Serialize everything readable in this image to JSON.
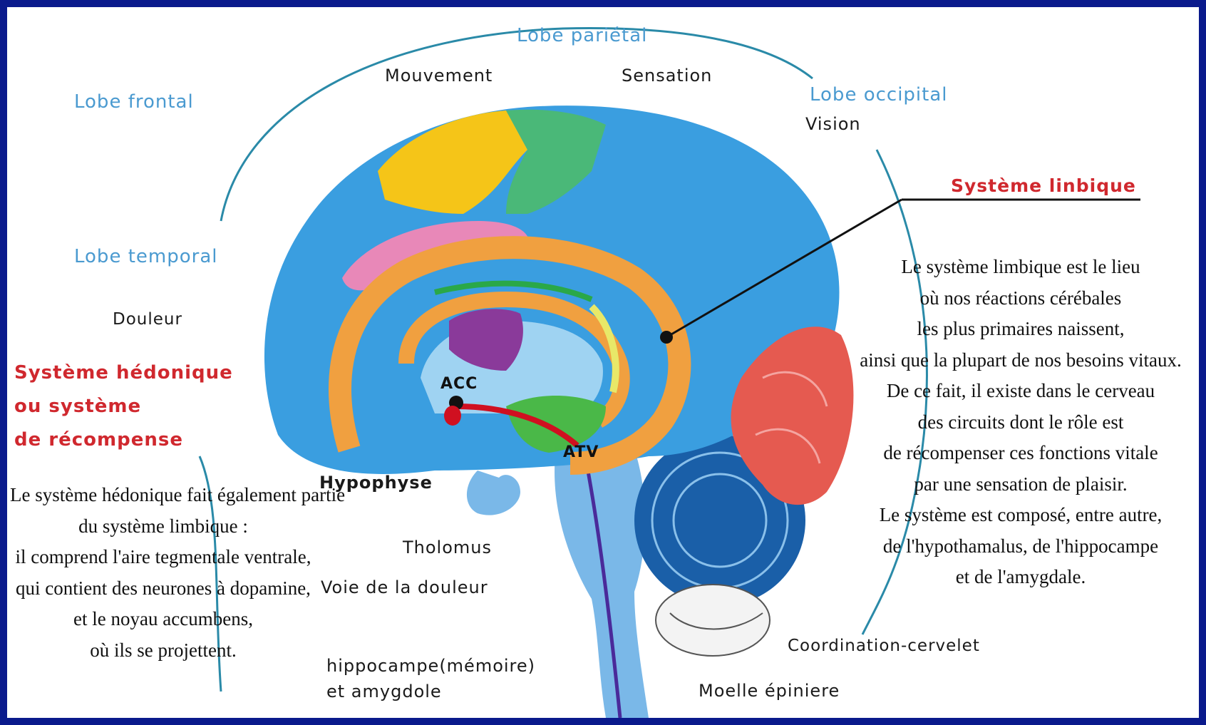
{
  "labels": {
    "lobe_parietal": "Lobe pariétal",
    "mouvement": "Mouvement",
    "sensation": "Sensation",
    "lobe_frontal": "Lobe frontal",
    "lobe_occipital": "Lobe occipital",
    "vision": "Vision",
    "lobe_temporal": "Lobe temporal",
    "douleur": "Douleur",
    "hypophyse": "Hypophyse",
    "tholomus": "Tholomus",
    "voie_douleur": "Voie de la douleur",
    "hippocampe_l1": "hippocampe(mémoire)",
    "hippocampe_l2": "et amygdole",
    "coordination": "Coordination-cervelet",
    "moelle": "Moelle épiniere",
    "acc": "ACC",
    "atv": "ATV"
  },
  "hedonic": {
    "title_lines": [
      "Système hédonique",
      "ou système",
      "de récompense"
    ],
    "text_lines": [
      "Le système hédonique fait également partie",
      "du système limbique :",
      "il comprend l'aire tegmentale ventrale,",
      "qui contient des neurones à dopamine,",
      "et le noyau accumbens,",
      "où ils se projettent."
    ]
  },
  "limbic": {
    "title": "Système linbique",
    "text_lines": [
      "Le système limbique est le lieu",
      "où nos réactions cérébales",
      "les plus primaires naissent,",
      "ainsi que la plupart de nos besoins vitaux.",
      "De ce fait, il existe dans le cerveau",
      "des circuits dont le rôle est",
      "de récompenser ces fonctions vitale",
      "par une sensation de plaisir.",
      "Le système est composé, entre autre,",
      "de l'hypothamalus, de l'hippocampe",
      "et de l'amygdale."
    ]
  },
  "colors": {
    "border": "#0a1a8c",
    "lobe_label": "#4a9ad0",
    "red_title": "#d0282e",
    "brain_blue": "#3a9ee0",
    "motor": "#f5c518",
    "sensory": "#4ab878",
    "limbic": "#f0a040",
    "occipital": "#e55a50",
    "pink": "#e888b8",
    "cerebellum": "#1a5fa8"
  }
}
